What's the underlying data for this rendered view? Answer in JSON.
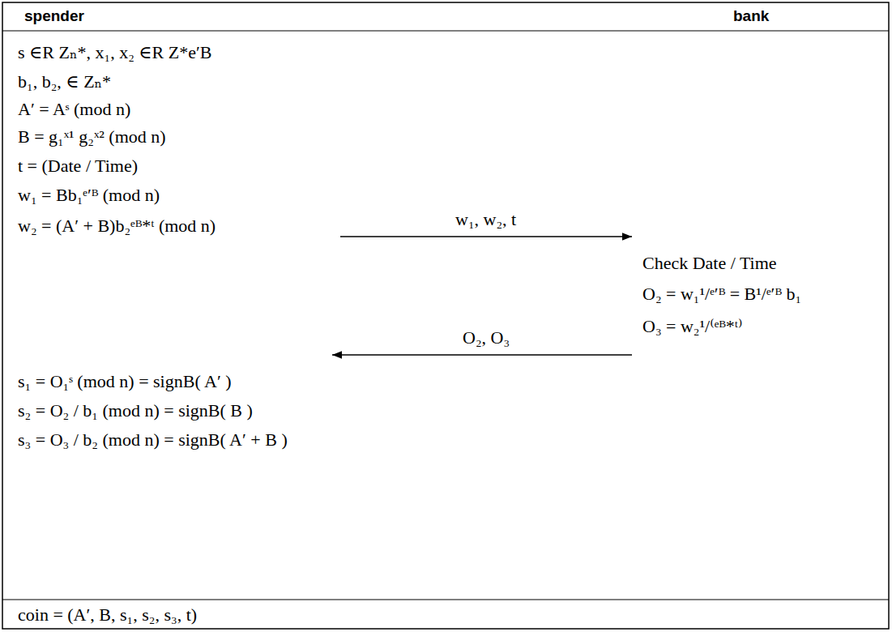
{
  "diagram": {
    "labels": [
      "spender",
      "bank",
      "s ∈R Zₙ*,  x₁, x₂ ∈R Z*e′B",
      "b₁, b₂, ∈ Zₙ*",
      "A′ = Aˢ (mod n)",
      "B = g₁ˣ¹ g₂ˣ² (mod n)",
      "t = (Date / Time)",
      "w₁ = Bb₁ᵉ′ᴮ (mod n)",
      "w₂ = (A′ + B)b₂ᵉᴮ*ᵗ (mod n)",
      "w₁, w₂, t",
      "Check Date / Time",
      "O₂ = w₁¹/ᵉ′ᴮ = B¹/ᵉ′ᴮ b₁",
      "O₃ = w₂¹/⁽ᵉᴮ*ᵗ⁾",
      "O₂, O₃",
      "s₁ = O₁ˢ (mod n) = signB( A′ )",
      "s₂ = O₂ / b₁ (mod n) = signB( B )",
      "s₃ = O₃ / b₂ (mod n) = signB( A′ + B )",
      "coin = (A′, B, s₁, s₂, s₃, t)"
    ]
  }
}
